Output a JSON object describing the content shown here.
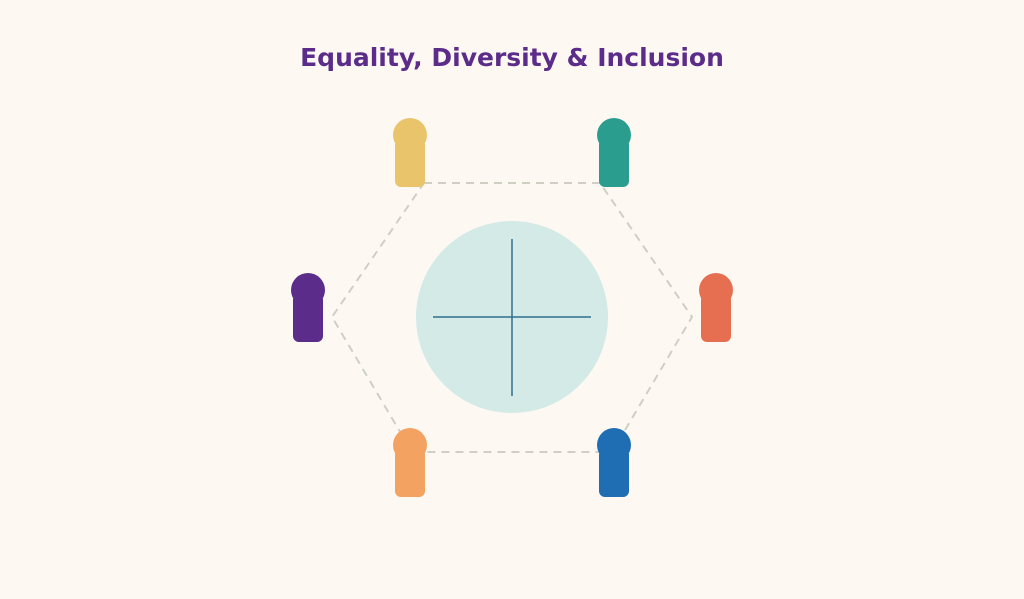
{
  "title": "Equality, Diversity & Inclusion",
  "colors": {
    "background": "#fdf9f2",
    "title": "#5b2c8a",
    "ring": "#cfcfc4",
    "center_fill": "#d4eae7",
    "center_cross": "#2f6f8f"
  },
  "people": [
    {
      "name": "person-top-left",
      "color": "#e9c46a"
    },
    {
      "name": "person-top-right",
      "color": "#2a9d8f"
    },
    {
      "name": "person-right",
      "color": "#e76f51"
    },
    {
      "name": "person-bottom-right",
      "color": "#1f6db2"
    },
    {
      "name": "person-bottom-left",
      "color": "#f4a261"
    },
    {
      "name": "person-left",
      "color": "#5b2c8a"
    }
  ]
}
